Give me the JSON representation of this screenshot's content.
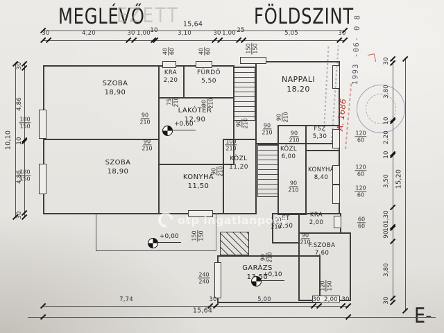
{
  "page": {
    "title_left": "MEGLÉVŐ",
    "title_right": "FÖLDSZINT",
    "ghost_text": "EZETT",
    "watermark": "otp ingatlanpont",
    "section_label": "E-",
    "paper_color": "#eae8e4",
    "ink_color": "#3d3d3d",
    "stamp_red": "#b23c32",
    "seal_blue": "#5e638c"
  },
  "rooms": [
    {
      "id": "szoba-1",
      "name": "SZOBA",
      "area": "18,90"
    },
    {
      "id": "kamra-1",
      "name": "KRA",
      "area": "2,20"
    },
    {
      "id": "furdo",
      "name": "FÜRDŐ",
      "area": "5,50"
    },
    {
      "id": "lakoter",
      "name": "LAKÓTÉR",
      "area": "12,90"
    },
    {
      "id": "szoba-2",
      "name": "SZOBA",
      "area": "18,90"
    },
    {
      "id": "konyha-1",
      "name": "KONYHA",
      "area": "11,50"
    },
    {
      "id": "kozl-1",
      "name": "KÖZL",
      "area": "11,20"
    },
    {
      "id": "nappali",
      "name": "NAPPALI",
      "area": "18,20"
    },
    {
      "id": "kozl-2",
      "name": "KÖZL",
      "area": "6,00"
    },
    {
      "id": "fsz",
      "name": "FSZ",
      "area": "5,30"
    },
    {
      "id": "konyha-2",
      "name": "KONYHA",
      "area": "8,40"
    },
    {
      "id": "kamra-2",
      "name": "KRA",
      "area": "2,00"
    },
    {
      "id": "etkezo",
      "name": "ÉT",
      "area": "2,50"
    },
    {
      "id": "f-szoba",
      "name": "F.SZOBA",
      "area": "7,60"
    },
    {
      "id": "garazs",
      "name": "GARÁZS",
      "area": "13,50"
    }
  ],
  "levels": [
    {
      "id": "lakoter",
      "label": "+0,60"
    },
    {
      "id": "terasz",
      "label": "+0,00"
    },
    {
      "id": "garazs",
      "label": "+0,10"
    }
  ],
  "openings": [
    {
      "id": "win-kamra-top",
      "w": "40",
      "h": "60"
    },
    {
      "id": "win-furdo-top",
      "w": "40",
      "h": "60"
    },
    {
      "id": "win-nappali-top",
      "w": "150",
      "h": "150"
    },
    {
      "id": "win-szoba1-left",
      "w": "180",
      "h": "150"
    },
    {
      "id": "win-szoba2-left",
      "w": "180",
      "h": "150"
    },
    {
      "id": "door-szoba1",
      "w": "90",
      "h": "210"
    },
    {
      "id": "door-szoba2",
      "w": "90",
      "h": "210"
    },
    {
      "id": "door-kamra1",
      "w": "75",
      "h": "210"
    },
    {
      "id": "door-furdo",
      "w": "90",
      "h": "210"
    },
    {
      "id": "door-kozl1",
      "w": "100",
      "h": "210"
    },
    {
      "id": "door-lepcso",
      "w": "90",
      "h": "210"
    },
    {
      "id": "door-nappali",
      "w": "90",
      "h": "210"
    },
    {
      "id": "door-kozl2",
      "w": "90",
      "h": "210"
    },
    {
      "id": "door-konyha1",
      "w": "90",
      "h": "210"
    },
    {
      "id": "door-fsz",
      "w": "90",
      "h": "210"
    },
    {
      "id": "door-konyha2",
      "w": "90",
      "h": "210"
    },
    {
      "id": "door-kamra2",
      "w": "90",
      "h": "210"
    },
    {
      "id": "door-etkezo",
      "w": "100",
      "h": "210"
    },
    {
      "id": "door-garazs",
      "w": "90",
      "h": "210"
    },
    {
      "id": "win-fsz-right",
      "w": "120",
      "h": "60"
    },
    {
      "id": "win-konyha2-right-1",
      "w": "120",
      "h": "60"
    },
    {
      "id": "win-konyha2-right-2",
      "w": "120",
      "h": "60"
    },
    {
      "id": "win-kamra2-right",
      "w": "60",
      "h": "60"
    },
    {
      "id": "win-fszoba-bottom",
      "w": "120",
      "h": "150"
    },
    {
      "id": "win-terasz",
      "w": "150",
      "h": "150"
    },
    {
      "id": "garazskapu",
      "w": "240",
      "h": "240"
    }
  ],
  "dims": {
    "top": {
      "total": "15,64",
      "segments": [
        "30",
        "4,20",
        "30",
        "1,00",
        "10",
        "3,10",
        "30",
        "1,00",
        "25",
        "5,05",
        "30"
      ]
    },
    "bottom": {
      "total": "15,64",
      "segments": [
        "7,74",
        "30",
        "5,00",
        "30",
        "2,00",
        "30"
      ]
    },
    "left": {
      "total": "10,10",
      "segments": [
        "30",
        "4,86",
        "10",
        "4,86",
        "30"
      ]
    },
    "right": {
      "total": "15,20",
      "segments": [
        "30",
        "3,80",
        "10",
        "2,20",
        "10",
        "3,50",
        "1,30",
        "10",
        "90",
        "3,80",
        "30"
      ]
    }
  },
  "stamp": {
    "date": "1993 -06- 0 8",
    "note": "A. 1686"
  }
}
